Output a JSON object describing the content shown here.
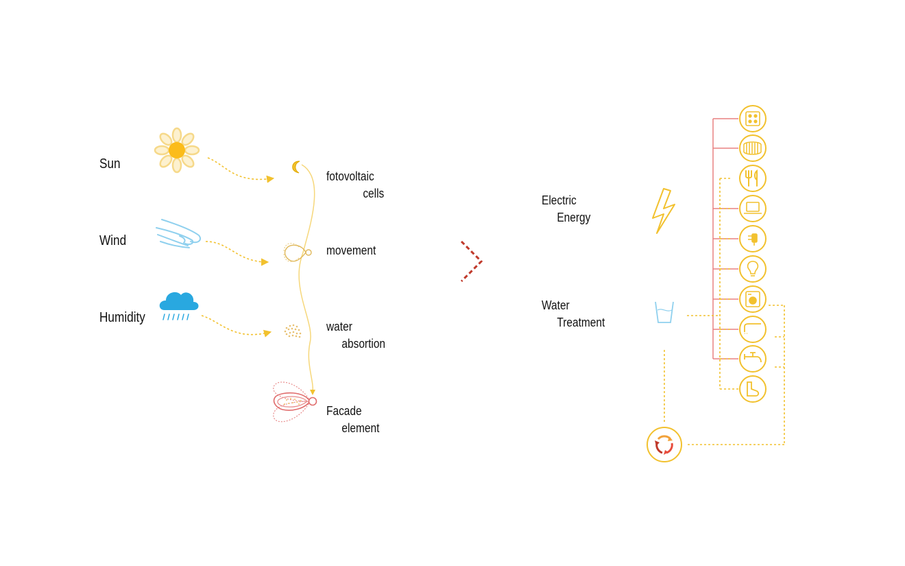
{
  "inputs": {
    "sun": "Sun",
    "wind": "Wind",
    "humidity": "Humidity"
  },
  "facade": {
    "fotovoltaic_line1": "fotovoltaic",
    "fotovoltaic_line2": "cells",
    "movement": "movement",
    "water_line1": "water",
    "water_line2": "absortion",
    "facade_line1": "Facade",
    "facade_line2": "element"
  },
  "outputs": {
    "electric_line1": "Electric",
    "electric_line2": "Energy",
    "water_line1": "Water",
    "water_line2": "Treatment"
  },
  "icons": {
    "inputs": [
      "sun-icon",
      "wind-icon",
      "cloud-rain-icon"
    ],
    "facade": [
      "crescent-cell-icon",
      "movement-bulb-icon",
      "dots-absorption-icon",
      "facade-element-icon"
    ],
    "consumers": [
      "stove-icon",
      "heater-icon",
      "cutlery-icon",
      "laptop-icon",
      "plug-icon",
      "lightbulb-icon",
      "washing-machine-icon",
      "shower-icon",
      "faucet-icon",
      "toilet-icon"
    ],
    "other": [
      "arrow-chevron-icon",
      "lightning-icon",
      "water-glass-icon",
      "recycle-icon"
    ]
  },
  "colors": {
    "yellow": "#f2c12e",
    "light_yellow": "#f6d77a",
    "red": "#e07474",
    "dark_red": "#c0392b",
    "blue": "#7fc9ea",
    "cloud_blue": "#29a8e0"
  }
}
